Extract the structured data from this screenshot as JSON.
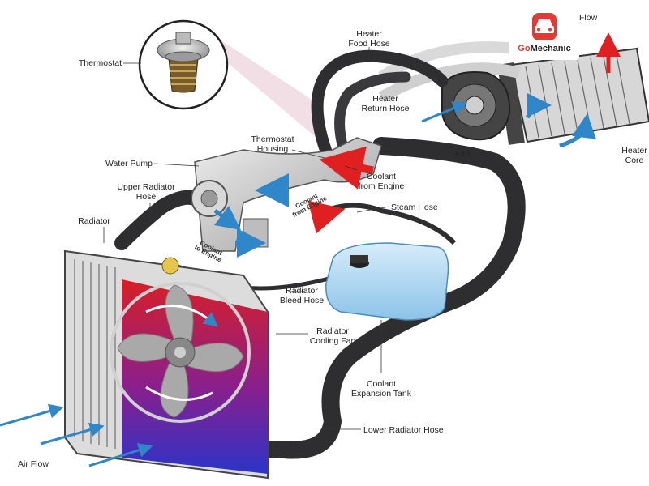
{
  "labels": {
    "flow": "Flow",
    "thermostat": "Thermostat",
    "heater_food_hose": [
      "Heater",
      "Food Hose"
    ],
    "heater_return_hose": [
      "Heater",
      "Return Hose"
    ],
    "fan": "Fan",
    "heater_core": [
      "Heater",
      "Core"
    ],
    "thermostat_housing": [
      "Thermostat",
      "Housing"
    ],
    "water_pump": "Water Pump",
    "coolant_from_engine": [
      "Coolant",
      "from Engine"
    ],
    "coolant_from_engine_small": [
      "Coolant",
      "from Engine"
    ],
    "upper_radiator_hose": [
      "Upper Radiator",
      "Hose"
    ],
    "steam_hose": "Steam Hose",
    "radiator": "Radiator",
    "coolant_to_engine_small": [
      "Coolant",
      "to Engine"
    ],
    "radiator_bleed_hose": [
      "Radiator",
      "Bleed Hose"
    ],
    "radiator_cooling_fan": [
      "Radiator",
      "Cooling Fan"
    ],
    "coolant_expansion_tank": [
      "Coolant",
      "Expansion Tank"
    ],
    "lower_radiator_hose": "Lower Radiator Hose",
    "air_flow": "Air Flow"
  },
  "logo": {
    "prefix": "Go",
    "suffix": "Mechanic",
    "icon": "car-icon"
  },
  "colors": {
    "hose": "#2e2e30",
    "flow_arrow_blue": "#2f86c8",
    "flow_arrow_red": "#e02020",
    "radiator_hot": "#d81f26",
    "radiator_cold": "#2b34c9",
    "tank": "#a9d3ef",
    "logo_red": "#e53935"
  }
}
